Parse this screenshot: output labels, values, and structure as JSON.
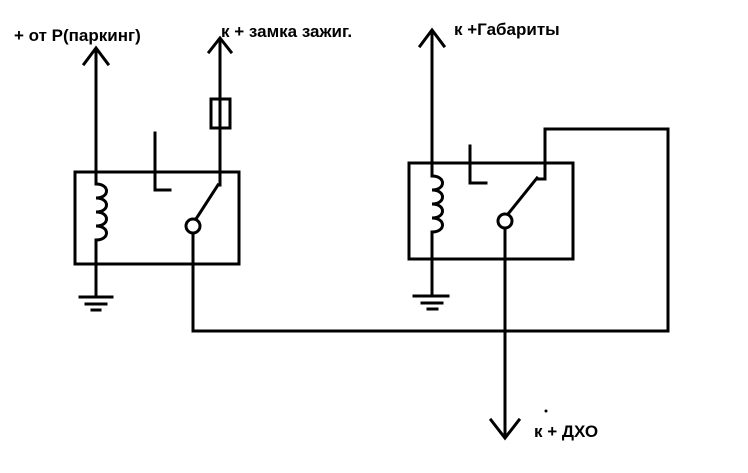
{
  "labels": {
    "parking": "+ от Р(паркинг)",
    "ignition": "к + замка зажиг.",
    "gabarity": "к +Габариты",
    "dho": "к + ДХО"
  },
  "colors": {
    "stroke": "#000000",
    "background": "#ffffff"
  }
}
